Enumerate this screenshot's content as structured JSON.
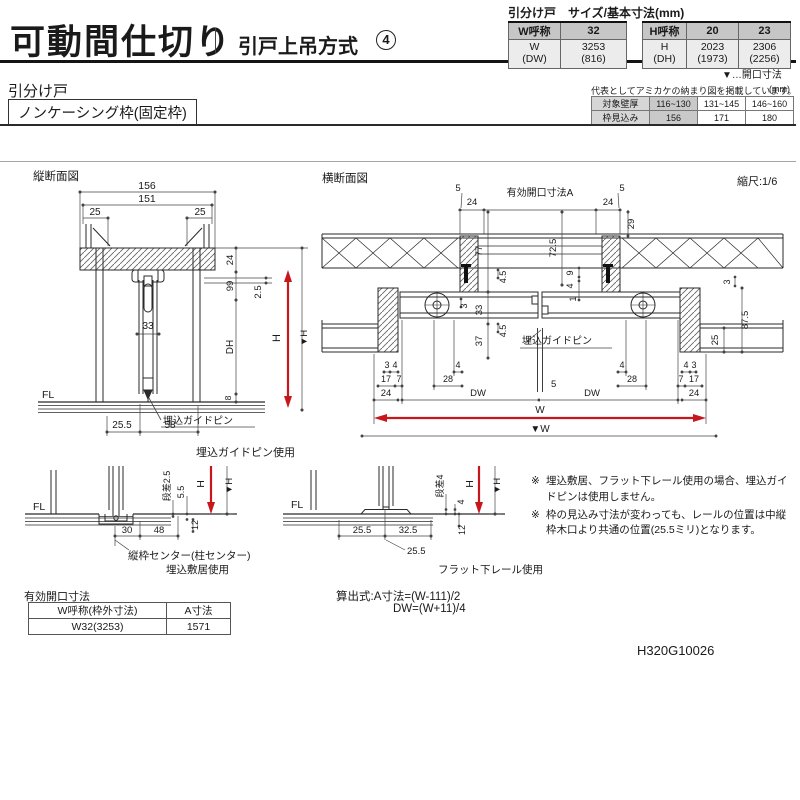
{
  "colors": {
    "accent_red": "#c8161d",
    "table_header_bg": "#c6c6c6",
    "table_cell_bg": "#ececec",
    "shaded_cell_bg": "#c9c9c9",
    "line": "#2a2a2a"
  },
  "header": {
    "title": "可動間仕切り",
    "method": "引戸上吊方式",
    "method_number": "4",
    "size_title": "引分け戸　サイズ/基本寸法(mm)",
    "legend": "▼…開口寸法",
    "w_table": {
      "h_name": "W呼称",
      "h_val": "32",
      "r_name_1": "W",
      "r_name_2": "(DW)",
      "r_val_1": "3253",
      "r_val_2": "(816)"
    },
    "h_table": {
      "h_name": "H呼称",
      "h_val_1": "20",
      "h_val_2": "23",
      "r_name_1": "H",
      "r_name_2": "(DH)",
      "r1_1": "2023",
      "r1_2": "(1973)",
      "r2_1": "2306",
      "r2_2": "(2256)"
    }
  },
  "subheader": {
    "door_type": "引分け戸",
    "frame_type": "ノンケーシング枠(固定枠)",
    "note": "代表としてアミカケの納まり図を掲載しています。",
    "unit": "(mm)",
    "wall_table": {
      "r1c1": "対象壁厚",
      "r1c2": "116~130",
      "r1c3": "131~145",
      "r1c4": "146~160",
      "r2c1": "枠見込み",
      "r2c2": "156",
      "r2c3": "171",
      "r2c4": "180"
    }
  },
  "vsec": {
    "label": "縦断面図",
    "d156": "156",
    "d151": "151",
    "d25L": "25",
    "d25R": "25",
    "d24": "24",
    "d99": "99",
    "d2_5": "2.5",
    "dDH": "DH",
    "d8": "8",
    "dH": "H",
    "dHd": "▼H",
    "d33": "33",
    "fl": "FL",
    "pin": "埋込ガイドピン",
    "d25_5": "25.5",
    "d58": "58",
    "caption": "埋込ガイドピン使用"
  },
  "hsec": {
    "label": "横断面図",
    "scale": "縮尺:1/6",
    "eff": "有効開口寸法A",
    "d5L": "5",
    "d24L": "24",
    "d5R": "5",
    "d24R": "24",
    "d29": "29",
    "d77": "77",
    "d72_5": "72.5",
    "d4_5a": "4.5",
    "d4_5b": "4.5",
    "d3L": "3",
    "d33": "33",
    "d37": "37",
    "d9": "9",
    "d4c": "4",
    "d1": "1",
    "d3R": "3",
    "d87_5": "87.5",
    "d25w": "25",
    "pin": "埋込ガイドピン",
    "d5c": "5",
    "bl_3": "3",
    "bl_4": "4",
    "bl_17": "17",
    "bl_7": "7",
    "bl_24": "24",
    "bld_4": "4",
    "bld_28": "28",
    "br_4": "4",
    "br_3": "3",
    "br_7": "7",
    "br_17": "17",
    "br_24": "24",
    "brd_4": "4",
    "brd_28": "28",
    "dwL": "DW",
    "dwR": "DW",
    "w": "W",
    "wd": "▼W"
  },
  "detail1": {
    "fl": "FL",
    "step": "段差2.5",
    "d5_5": "5.5",
    "d12": "12",
    "dH": "H",
    "dHd": "▼H",
    "d30": "30",
    "d48": "48",
    "caption1": "縦枠センター(柱センター)",
    "caption2": "埋込敷居使用"
  },
  "detail2": {
    "fl": "FL",
    "step": "段差4",
    "d4": "4",
    "d12": "12",
    "dH": "H",
    "dHd": "▼H",
    "d25_5a": "25.5",
    "d32_5": "32.5",
    "d25_5b": "25.5",
    "caption": "フラット下レール使用"
  },
  "notes": {
    "mark": "※",
    "text1": "埋込敷居、フラット下レール使用の場合、埋込ガイドピンは使用しません。",
    "text2": "枠の見込み寸法が変わっても、レールの位置は中縦枠木口より共通の位置(25.5ミリ)となります。"
  },
  "bottom": {
    "eff_title": "有効開口寸法",
    "eff_h1": "W呼称(枠外寸法)",
    "eff_h2": "A寸法",
    "eff_c1": "W32(3253)",
    "eff_c2": "1571",
    "formula1": "算出式:A寸法=(W-111)/2",
    "formula2": "DW=(W+11)/4",
    "doc_code": "H320G10026"
  }
}
